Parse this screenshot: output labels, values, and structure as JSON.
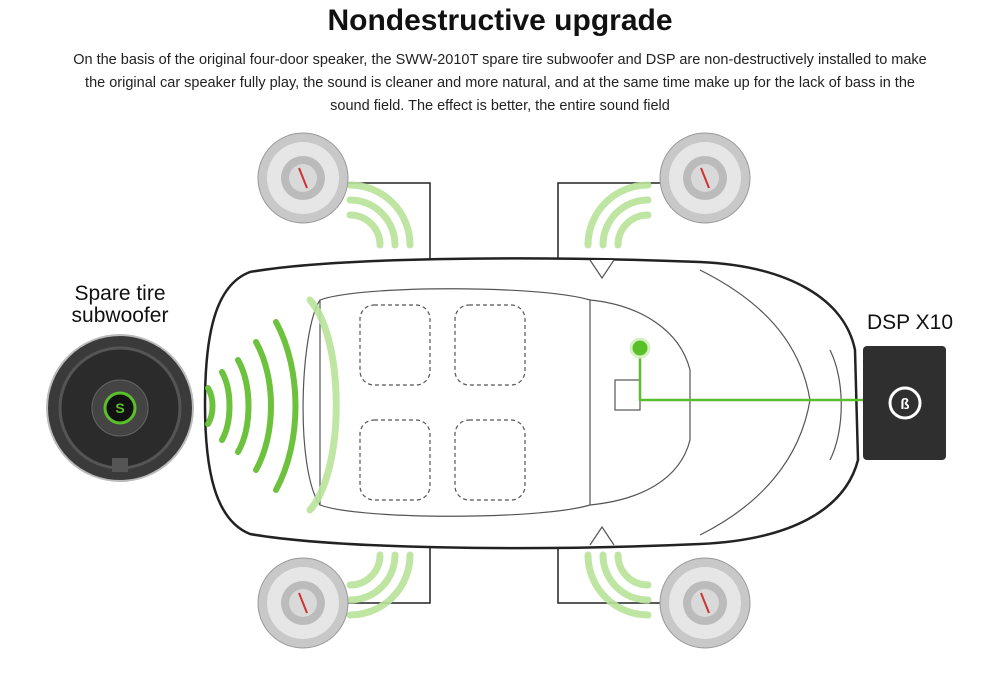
{
  "title": "Nondestructive upgrade",
  "description": "On the basis of the original four-door speaker, the SWW-2010T spare tire subwoofer and DSP are non-destructively installed to make the original car speaker fully play, the sound is cleaner and more natural, and at the same time make up for the lack of bass in the sound field. The effect is better, the entire sound field",
  "labels": {
    "subwoofer_line1": "Spare tire",
    "subwoofer_line2": "subwoofer",
    "dsp": "DSP X10"
  },
  "colors": {
    "accent_green": "#5bbf2a",
    "wave_light": "#b9e39a",
    "wave_dark": "#6cc23c"
  }
}
